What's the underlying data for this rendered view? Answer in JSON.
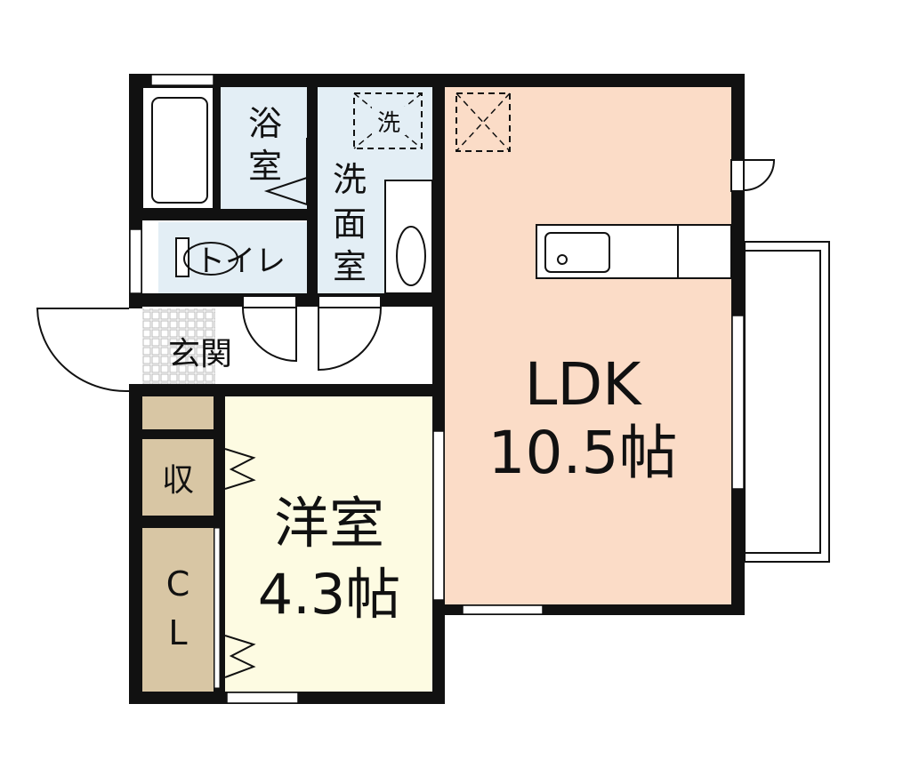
{
  "floor_plan": {
    "rooms": {
      "bathroom": {
        "label_1": "浴",
        "label_2": "室"
      },
      "washroom": {
        "label_1": "洗",
        "label_2": "面",
        "label_3": "室"
      },
      "washer_space": {
        "label": "洗"
      },
      "toilet": {
        "label": "トイレ"
      },
      "entrance": {
        "label": "玄関"
      },
      "storage": {
        "label": "収"
      },
      "closet": {
        "label_1": "C",
        "label_2": "L"
      },
      "western_room": {
        "label_1": "洋室",
        "label_2": "4.3帖"
      },
      "ldk": {
        "label_1": "LDK",
        "label_2": "10.5帖"
      }
    },
    "colors": {
      "wet_area": "#e3eef5",
      "ldk": "#fbdcc7",
      "western_room": "#fdfbe2",
      "storage": "#d8c6a4",
      "wall": "#111111"
    }
  }
}
